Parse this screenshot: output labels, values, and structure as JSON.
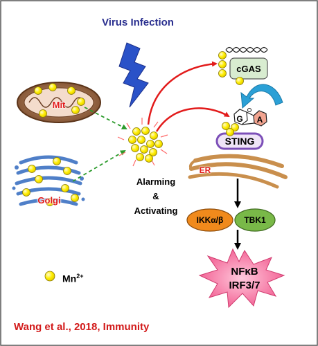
{
  "title": "Virus Infection",
  "organelles": {
    "mitochondria": "Mit",
    "golgi": "Golgi"
  },
  "center": {
    "line1": "Alarming",
    "line2": "&",
    "line3": "Activating"
  },
  "pathway": {
    "cgas": "cGAS",
    "g": "G",
    "a": "A",
    "sting": "STING",
    "er": "ER",
    "ikk": "IKKα/β",
    "tbk1": "TBK1",
    "nfkb": "NFκB",
    "irf": "IRF3/7"
  },
  "legend": {
    "ion": "Mn",
    "charge": "2+"
  },
  "citation": "Wang et al., 2018, Immunity",
  "colors": {
    "title": "#2a2f8f",
    "citation": "#d21a1a",
    "arrow_red": "#e21b1b",
    "dashed_green": "#2a9a2a",
    "mn_ball": "#ffee00",
    "sting": "#7c4fb8",
    "ikk": "#f08a1c",
    "tbk1": "#79b948",
    "burst": "#f36b9c",
    "cgas_box": "#d8ecd0",
    "dna_loop": "#2ba0d6",
    "er": "#c98f4d",
    "golgi": "#4f7fc8",
    "mito_outer": "#6b3f24"
  },
  "icons": [
    "lightning-bolt-icon",
    "mn-ion-icon",
    "dna-helix-icon"
  ]
}
